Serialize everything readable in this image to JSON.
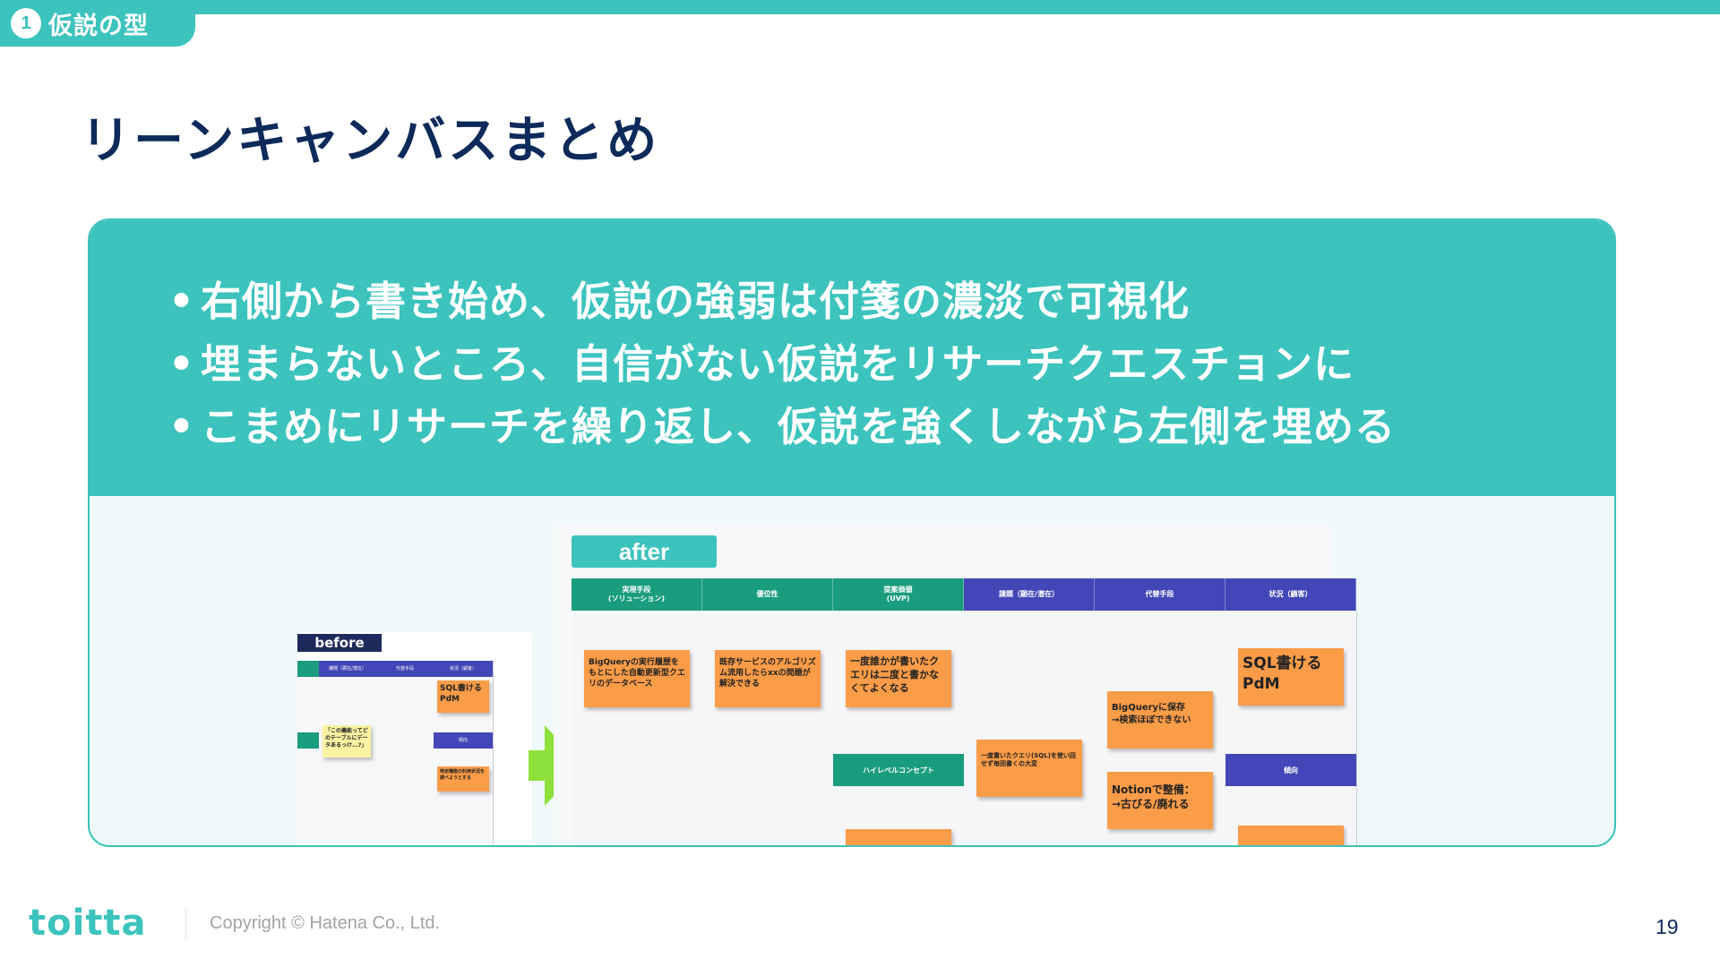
{
  "section": {
    "number": "1",
    "label": "仮説の型"
  },
  "title": "リーンキャンバスまとめ",
  "bullets": [
    "右側から書き始め、仮説の強弱は付箋の濃淡で可視化",
    "埋まらないところ、自信がない仮説をリサーチクエスチョンに",
    "こまめにリサーチを繰り返し、仮説を強くしながら左側を埋める"
  ],
  "bullet_marker": "•",
  "before": {
    "tag": "before",
    "headers": [
      "課題（顕在/潜在）",
      "代替手段",
      "状況（顧客）"
    ],
    "sub_header": "傾向",
    "stickies": [
      {
        "text": "SQL書ける PdM",
        "color": "orange"
      },
      {
        "text": "「この機能ってどのテーブルにデータあるっけ...?」",
        "color": "yellow"
      },
      {
        "text": "特定機能の利用状況を調べようとする",
        "color": "orange"
      }
    ]
  },
  "after": {
    "tag": "after",
    "headers": [
      {
        "label": "実現手段\n(ソリューション)",
        "color": "green"
      },
      {
        "label": "優位性",
        "color": "green"
      },
      {
        "label": "提案価値\n(UVP)",
        "color": "green"
      },
      {
        "label": "課題（顕在/潜在）",
        "color": "blue"
      },
      {
        "label": "代替手段",
        "color": "blue"
      },
      {
        "label": "状況（顧客）",
        "color": "blue"
      }
    ],
    "sub_headers": {
      "concept": "ハイレベルコンセプト",
      "trend": "傾向"
    },
    "stickies": {
      "solution": "BigQueryの実行履歴をもとにした自動更新型クエリのデータベース",
      "advantage": "既存サービスのアルゴリズム流用したらxxの問題が解決できる",
      "uvp": "一度誰かが書いたクエリは二度と書かなくてよくなる",
      "problem": "一度書いたクエリ(SQL)を使い回せず毎回書くの大変",
      "alt1": "BigQueryに保存\n→検索ほぼできない",
      "alt2": "Notionで整備：\n→古びる/廃れる",
      "customer": "SQL書ける\nPdM"
    }
  },
  "colors": {
    "accent": "#3cc3bd",
    "navy": "#0d2a5a",
    "sticky_orange": "#fb9c48",
    "sticky_yellow": "#fbf3a2",
    "header_blue": "#4346b6",
    "header_green": "#1a9c7e",
    "arrow": "#8ee03a"
  },
  "footer": {
    "logo": "toitta",
    "copyright": "Copyright © Hatena Co., Ltd.",
    "page": "19"
  }
}
